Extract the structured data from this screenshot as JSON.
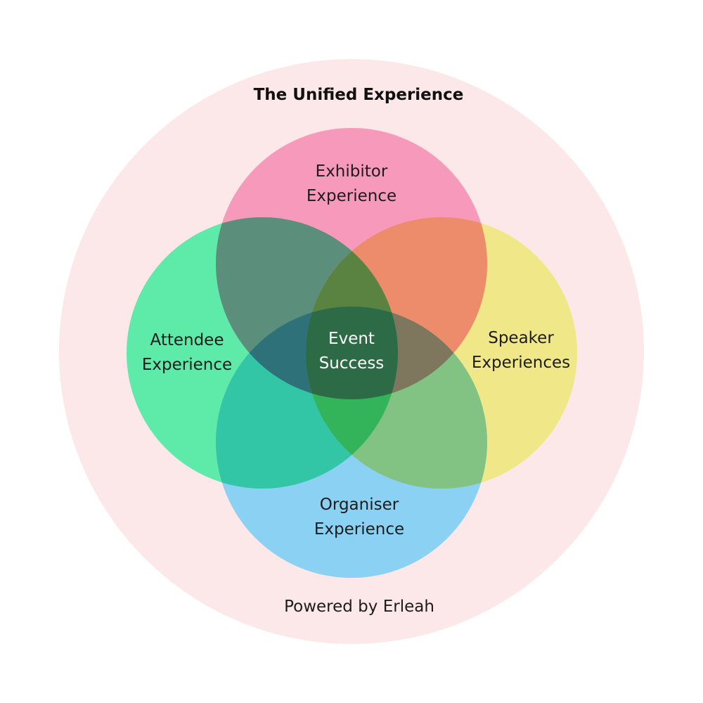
{
  "diagram": {
    "title": "The Unified Experience",
    "footer": "Powered by Erleah",
    "center": {
      "line1": "Event",
      "line2": "Success"
    },
    "sets": [
      {
        "id": "exhibitor",
        "line1": "Exhibitor",
        "line2": "Experience",
        "color": "#f799bb"
      },
      {
        "id": "attendee",
        "line1": "Attendee",
        "line2": "Experience",
        "color": "#5eeaa8"
      },
      {
        "id": "speaker",
        "line1": "Speaker",
        "line2": "Experiences",
        "color": "#f0e788"
      },
      {
        "id": "organiser",
        "line1": "Organiser",
        "line2": "Experience",
        "color": "#8ad1f3"
      }
    ],
    "colors": {
      "outer_circle": "#fde8e9",
      "exhibitor_attendee": "#5b8f7b",
      "exhibitor_speaker": "#ed8c6a",
      "attendee_organiser": "#33c6a6",
      "speaker_organiser": "#82c383",
      "exhibitor_attendee_speaker": "#5a8342",
      "exhibitor_attendee_organiser": "#2e7178",
      "exhibitor_speaker_organiser": "#7e765d",
      "attendee_speaker_organiser": "#33b45a",
      "all_four": "#2d6a46"
    }
  }
}
